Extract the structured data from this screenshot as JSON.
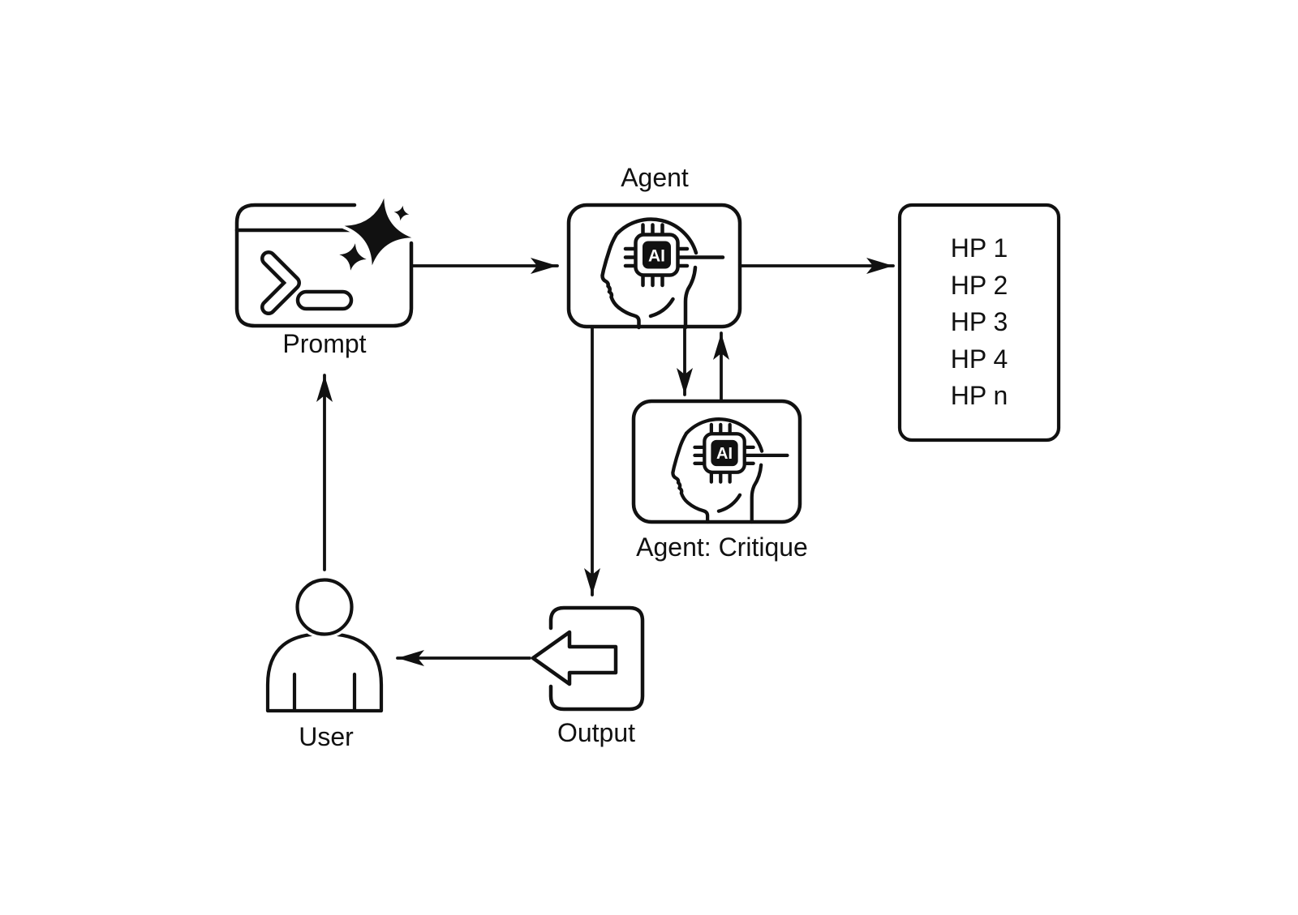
{
  "diagram": {
    "background": "#ffffff",
    "ink": "#111111",
    "nodes": {
      "prompt": {
        "label": "Prompt",
        "icon": "terminal-sparkle-icon"
      },
      "agent": {
        "label": "Agent",
        "icon": "ai-chip-head-icon",
        "chip_label": "AI"
      },
      "critique": {
        "label": "Agent: Critique",
        "icon": "ai-chip-head-icon",
        "chip_label": "AI"
      },
      "hp_list": {
        "items": [
          "HP 1",
          "HP 2",
          "HP 3",
          "HP 4",
          "HP n"
        ]
      },
      "output": {
        "label": "Output",
        "icon": "export-arrow-icon"
      },
      "user": {
        "label": "User",
        "icon": "person-icon"
      }
    },
    "edges": [
      {
        "from": "prompt",
        "to": "agent"
      },
      {
        "from": "agent",
        "to": "hp_list"
      },
      {
        "from": "agent",
        "to": "critique"
      },
      {
        "from": "critique",
        "to": "agent"
      },
      {
        "from": "agent",
        "to": "output"
      },
      {
        "from": "output",
        "to": "user"
      },
      {
        "from": "user",
        "to": "prompt"
      }
    ]
  }
}
